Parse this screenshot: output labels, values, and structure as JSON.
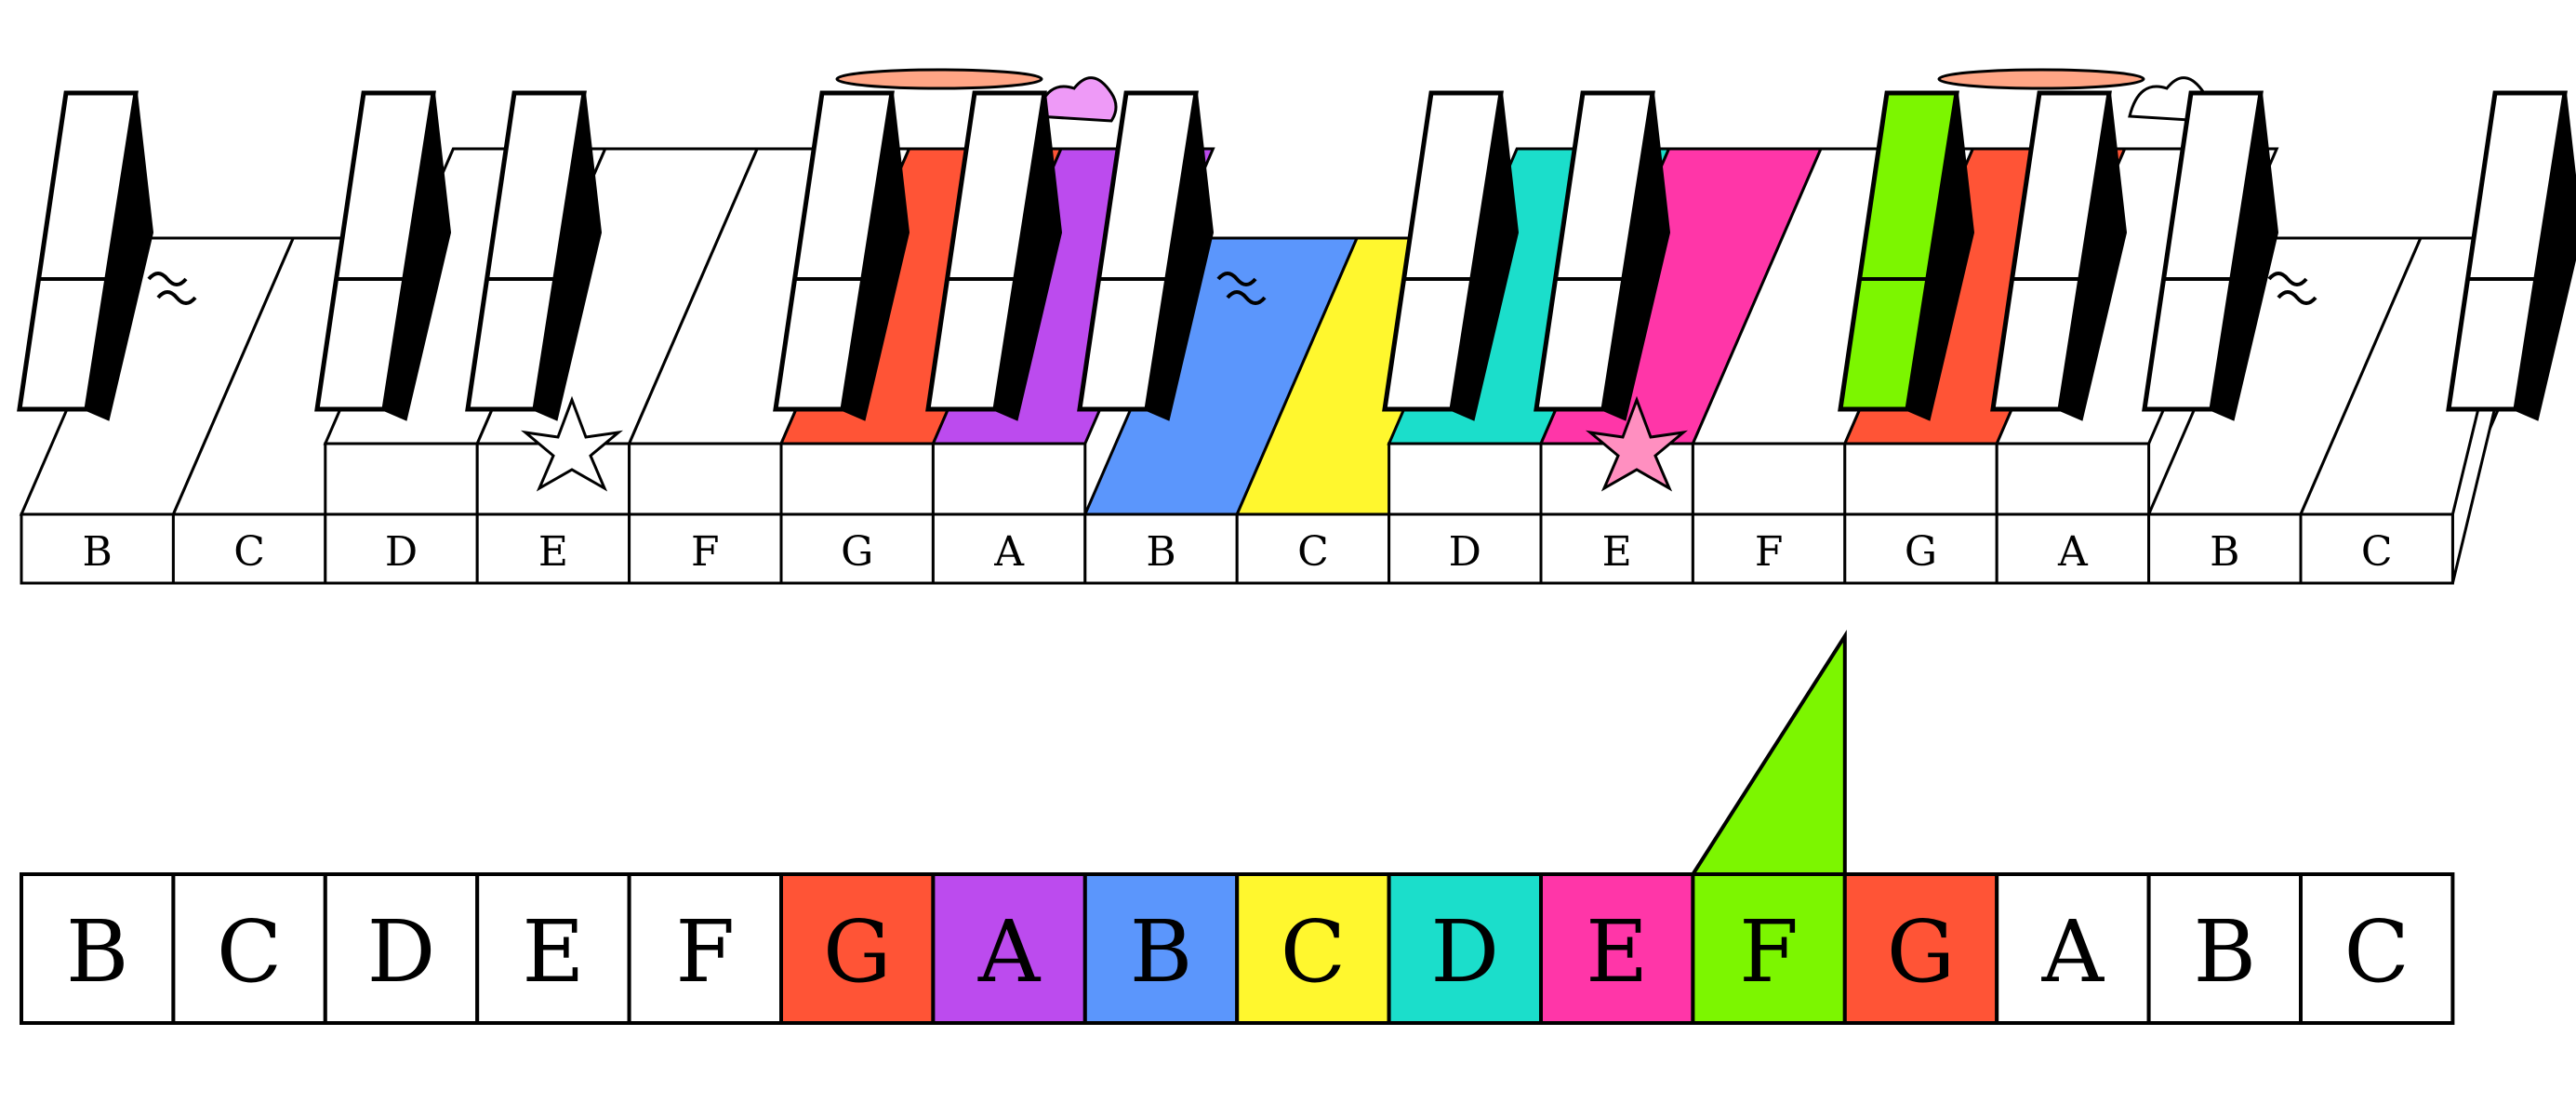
{
  "keyboard": {
    "white_keys": [
      {
        "label": "B",
        "color": "#FFFFFF"
      },
      {
        "label": "C",
        "color": "#FFFFFF"
      },
      {
        "label": "D",
        "color": "#FFFFFF"
      },
      {
        "label": "E",
        "color": "#FFFFFF"
      },
      {
        "label": "F",
        "color": "#FFFFFF"
      },
      {
        "label": "G",
        "color": "#FF5436"
      },
      {
        "label": "A",
        "color": "#BC4BEE"
      },
      {
        "label": "B",
        "color": "#5B96FC"
      },
      {
        "label": "C",
        "color": "#FFF72E"
      },
      {
        "label": "D",
        "color": "#1BDECB"
      },
      {
        "label": "E",
        "color": "#FF36A8"
      },
      {
        "label": "F",
        "color": "#FFFFFF"
      },
      {
        "label": "G",
        "color": "#FF5436"
      },
      {
        "label": "A",
        "color": "#FFFFFF"
      },
      {
        "label": "B",
        "color": "#FFFFFF"
      },
      {
        "label": "C",
        "color": "#FFFFFF"
      }
    ],
    "black_key_colors": [
      "#FFFFFF",
      "#FFFFFF",
      "#FFFFFF",
      "#FFFFFF",
      "#FFFFFF",
      "#FFFFFF",
      "#FFFFFF",
      "#FFFFFF",
      "#7CF600",
      "#FFFFFF",
      "#FFFFFF",
      "#FFFFFF"
    ]
  },
  "strip": {
    "keys": [
      {
        "label": "B",
        "color": "#FFFFFF"
      },
      {
        "label": "C",
        "color": "#FFFFFF"
      },
      {
        "label": "D",
        "color": "#FFFFFF"
      },
      {
        "label": "E",
        "color": "#FFFFFF"
      },
      {
        "label": "F",
        "color": "#FFFFFF"
      },
      {
        "label": "G",
        "color": "#FF5436"
      },
      {
        "label": "A",
        "color": "#BC4BEE"
      },
      {
        "label": "B",
        "color": "#5B96FC"
      },
      {
        "label": "C",
        "color": "#FFF72E"
      },
      {
        "label": "D",
        "color": "#1BDECB"
      },
      {
        "label": "E",
        "color": "#FF36A8"
      },
      {
        "label": "F",
        "color": "#7CF600"
      },
      {
        "label": "G",
        "color": "#FF5436"
      },
      {
        "label": "A",
        "color": "#FFFFFF"
      },
      {
        "label": "B",
        "color": "#FFFFFF"
      },
      {
        "label": "C",
        "color": "#FFFFFF"
      }
    ],
    "highlight_index": 11,
    "highlight_color": "#7CF600"
  }
}
